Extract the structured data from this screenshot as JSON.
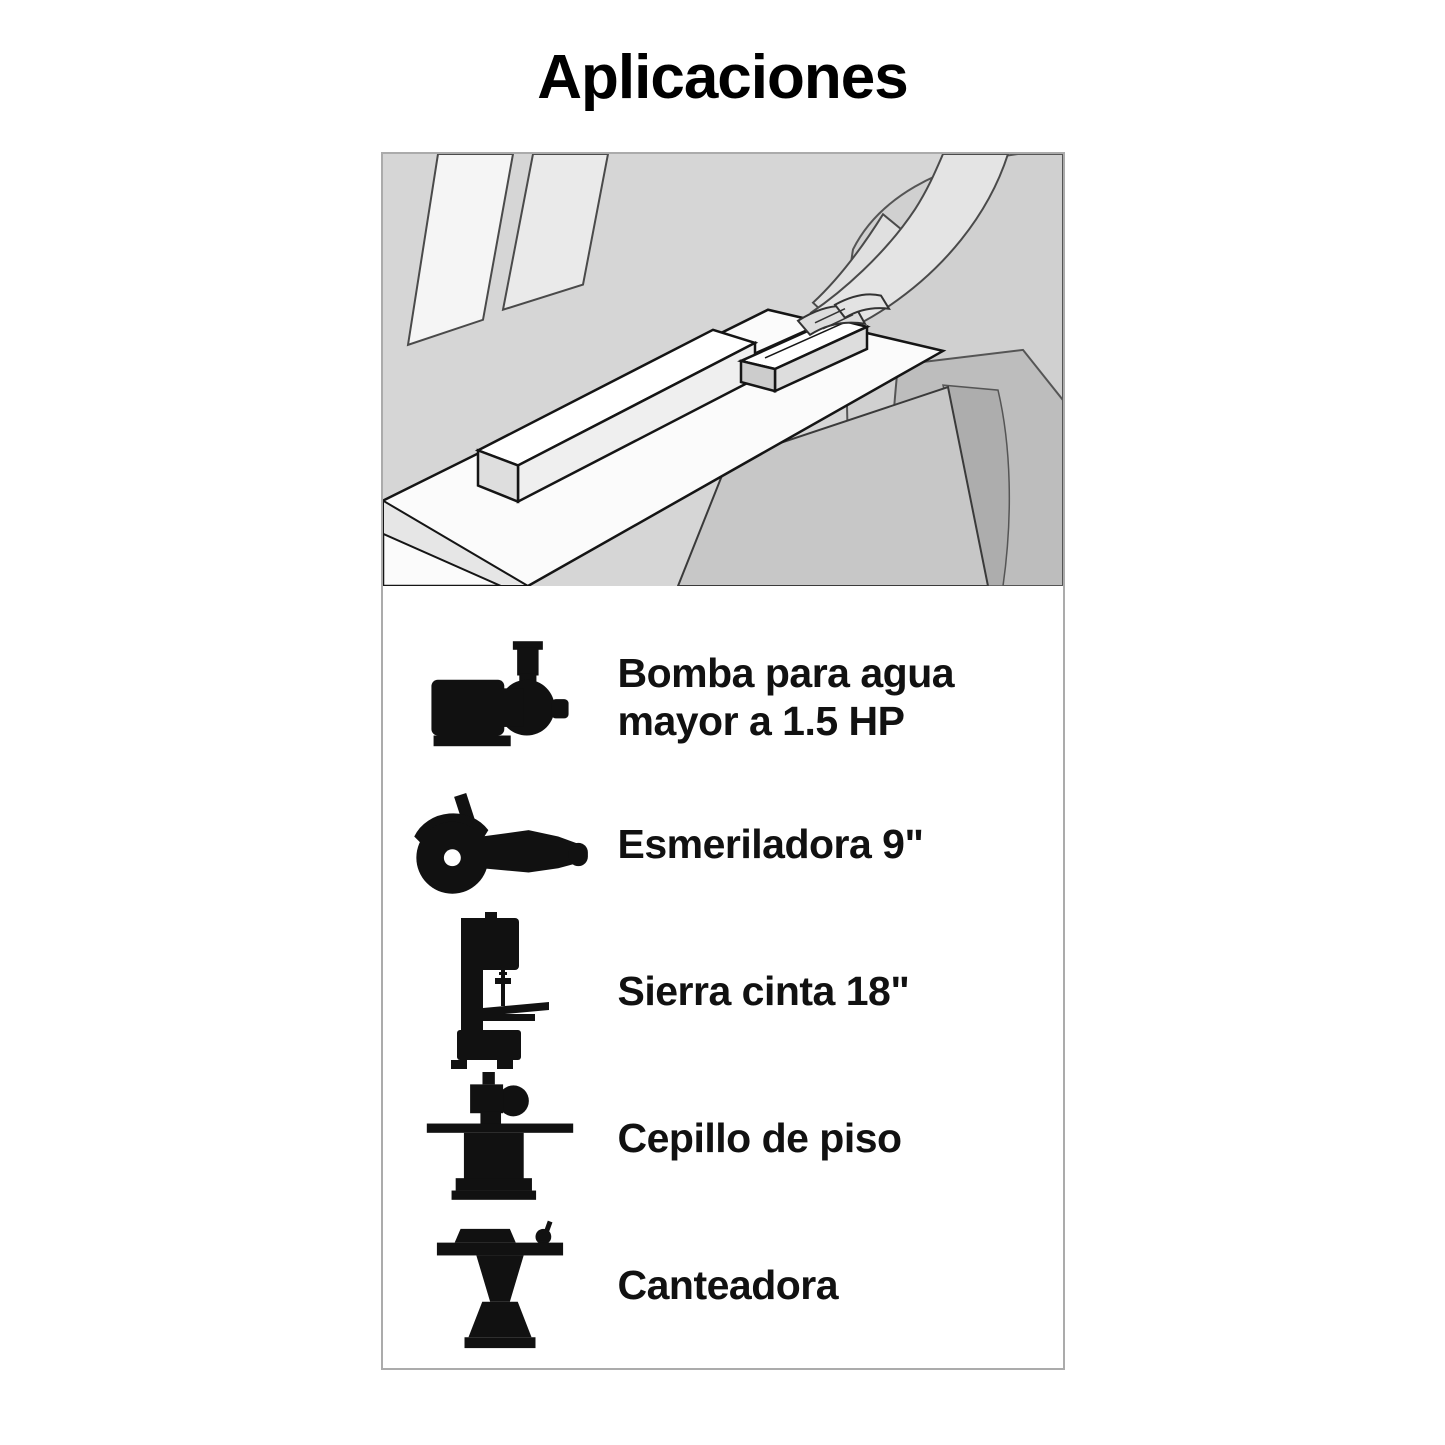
{
  "page": {
    "title": "Aplicaciones"
  },
  "colors": {
    "icon": "#111111",
    "card_border": "#ababab",
    "illustration_bg": "#d6d6d6"
  },
  "applications": [
    {
      "icon": "water-pump-icon",
      "label": "Bomba para agua mayor a 1.5 HP"
    },
    {
      "icon": "angle-grinder-icon",
      "label": "Esmeriladora 9\""
    },
    {
      "icon": "band-saw-icon",
      "label": "Sierra cinta 18\""
    },
    {
      "icon": "floor-planer-icon",
      "label": "Cepillo de piso"
    },
    {
      "icon": "jointer-icon",
      "label": "Canteadora"
    }
  ]
}
